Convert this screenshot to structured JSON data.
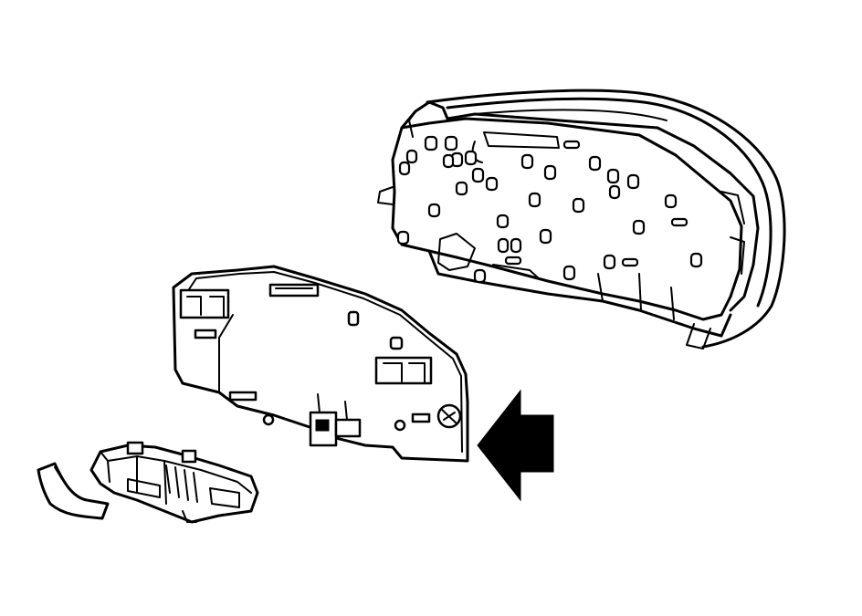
{
  "figure": {
    "background": "#ffffff",
    "line_color": "#000000",
    "parts": [
      {
        "name": "instrument-cluster-assembly",
        "icon": "instrument-cluster-icon"
      },
      {
        "name": "circuit-board",
        "icon": "circuit-board-icon"
      },
      {
        "name": "connector-housing",
        "icon": "connector-housing-icon"
      },
      {
        "name": "direction-arrow",
        "icon": "left-arrow-icon"
      }
    ]
  }
}
